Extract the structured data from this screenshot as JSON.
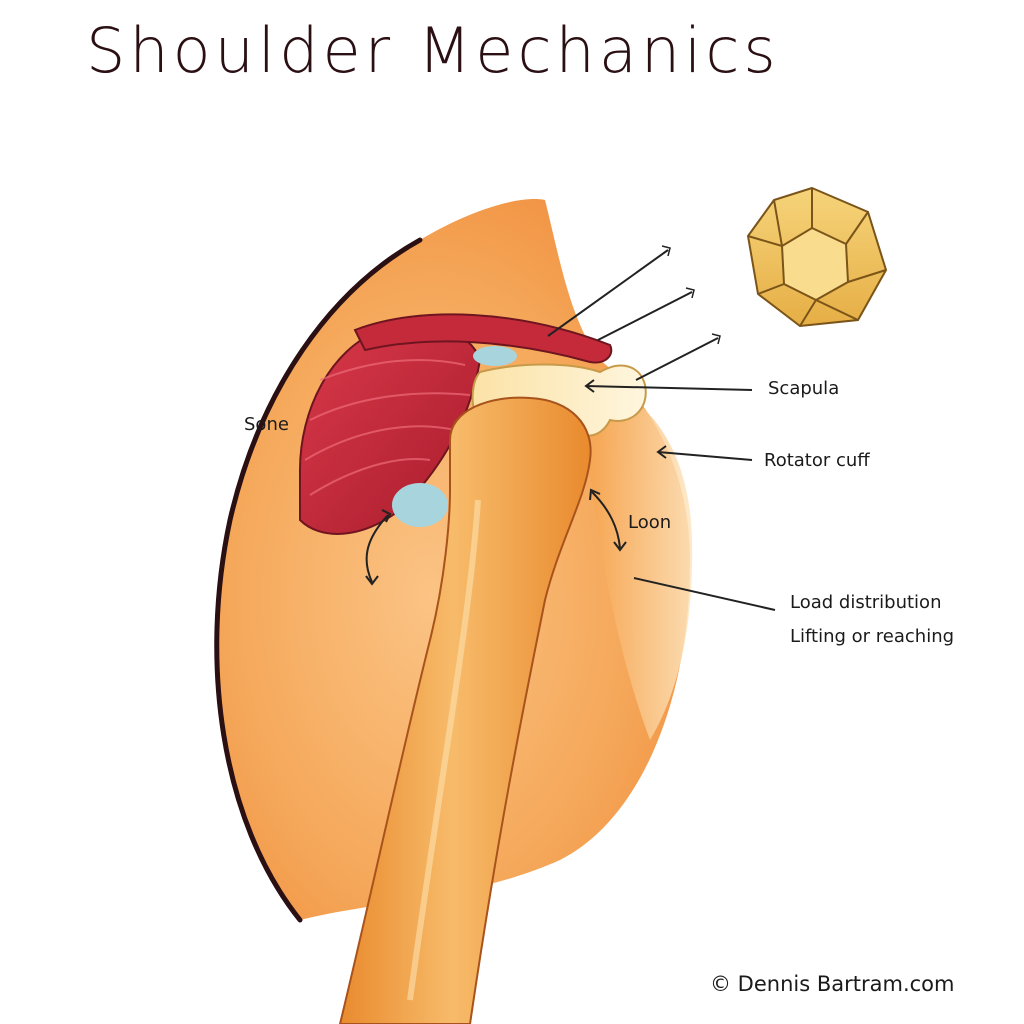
{
  "title": "Shoulder Mechanics",
  "labels": {
    "sone": "Sone",
    "scapula": "Scapula",
    "rotator_cuff": "Rotator cuff",
    "loon": "Loon",
    "load_distribution": "Load distribution",
    "lifting": "Lifting or reaching"
  },
  "credit": "© Dennis Bartram.com",
  "colors": {
    "skin": "#f5a85a",
    "skin_light": "#fcd9a0",
    "muscle": "#c8283a",
    "bone": "#f0b25e",
    "cartilage": "#a8d4de",
    "outline": "#2a0f13"
  }
}
